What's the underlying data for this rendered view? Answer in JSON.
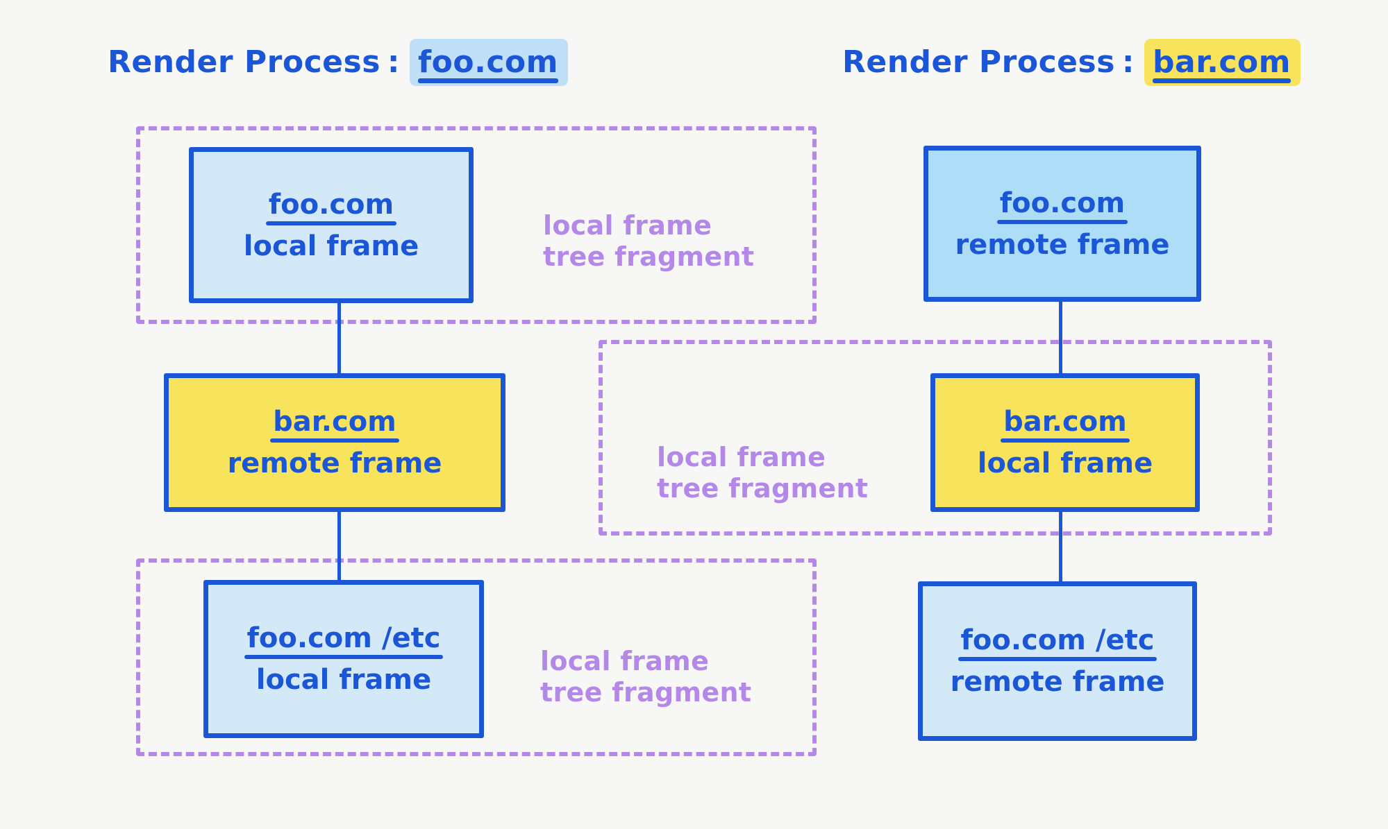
{
  "diagram": {
    "type": "frame-tree-fragment-diagram",
    "background_color": "#f7f7f5",
    "colors": {
      "ink_blue": "#1a56d6",
      "light_blue_fill": "#d4e9f8",
      "blue_fill": "#aeddf7",
      "yellow_fill": "#f7e45c",
      "purple_dashed": "#b388e8",
      "highlight_blue": "#bfe0f7",
      "highlight_yellow": "#f7e45c"
    }
  },
  "processes": [
    {
      "title_prefix": "Render Process",
      "separator": ":",
      "origin": "foo.com",
      "highlight": "blue"
    },
    {
      "title_prefix": "Render Process",
      "separator": ":",
      "origin": "bar.com",
      "highlight": "yellow"
    }
  ],
  "left_column": {
    "frames": [
      {
        "origin": "foo.com",
        "kind": "local frame",
        "fill": "light-blue"
      },
      {
        "origin": "bar.com",
        "kind": "remote frame",
        "fill": "yellow"
      },
      {
        "origin": "foo.com /etc",
        "kind": "local frame",
        "fill": "light-blue"
      }
    ],
    "fragments": [
      {
        "line1": "local frame",
        "line2": "tree fragment"
      },
      {
        "line1": "local frame",
        "line2": "tree fragment"
      }
    ]
  },
  "right_column": {
    "frames": [
      {
        "origin": "foo.com",
        "kind": "remote frame",
        "fill": "blue"
      },
      {
        "origin": "bar.com",
        "kind": "local frame",
        "fill": "yellow"
      },
      {
        "origin": "foo.com /etc",
        "kind": "remote frame",
        "fill": "light-blue"
      }
    ],
    "fragments": [
      {
        "line1": "local frame",
        "line2": "tree fragment"
      }
    ]
  }
}
